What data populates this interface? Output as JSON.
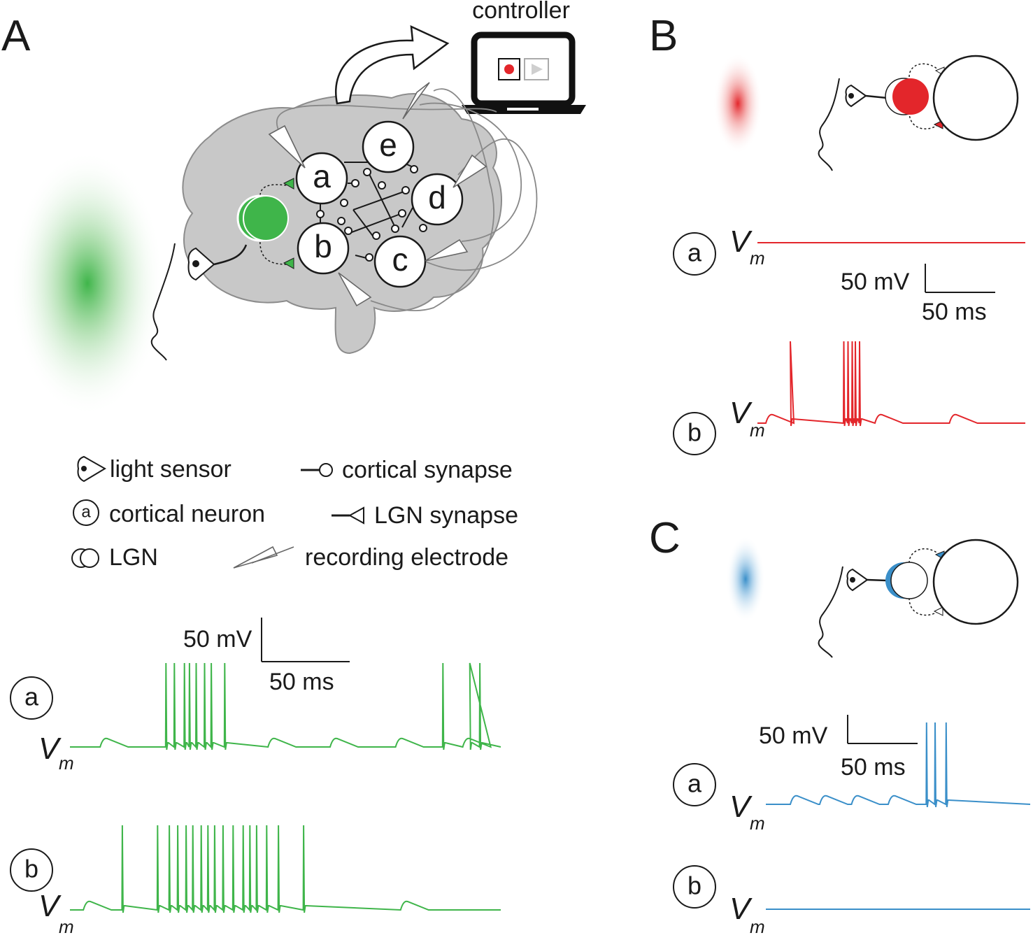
{
  "panels": {
    "a": "A",
    "b": "B",
    "c": "C"
  },
  "controller_label": "controller",
  "neurons": [
    "a",
    "b",
    "c",
    "d",
    "e"
  ],
  "legend": {
    "light_sensor": "light sensor",
    "cortical_synapse": "cortical synapse",
    "cortical_neuron_symbol": "a",
    "cortical_neuron": "cortical neuron",
    "lgn_synapse": "LGN synapse",
    "lgn": "LGN",
    "recording_electrode": "recording electrode"
  },
  "scale_bar": {
    "voltage": "50 mV",
    "time": "50 ms"
  },
  "trace_labels": {
    "a": "a",
    "b": "b",
    "vm": "V",
    "vm_sub": "m"
  },
  "colors": {
    "green": "#3fb54a",
    "red": "#e3262b",
    "blue": "#3a8fc9",
    "brain": "#c8c8c8",
    "brain_edge": "#8c8c8c"
  },
  "traces": {
    "A_a": {
      "color": "green",
      "spike_times_ms": [
        57,
        62,
        68,
        71,
        75,
        80,
        84,
        92,
        222,
        238,
        244
      ],
      "epsp_times_ms": [
        18,
        118,
        155,
        194,
        234
      ]
    },
    "A_b": {
      "color": "green",
      "spike_times_ms": [
        31,
        52,
        59,
        64,
        69,
        73,
        78,
        82,
        86,
        91,
        97,
        103,
        107,
        111,
        117,
        124,
        139
      ],
      "epsp_times_ms": [
        8,
        197
      ]
    },
    "B_a": {
      "color": "red",
      "spike_times_ms": [],
      "epsp_times_ms": []
    },
    "B_b": {
      "color": "red",
      "spike_times_ms": [
        31,
        82,
        86,
        90,
        93,
        97
      ],
      "epsp_times_ms": [
        8,
        112,
        183
      ]
    },
    "C_a": {
      "color": "blue",
      "spike_times_ms": [
        131,
        138,
        147
      ],
      "epsp_times_ms": [
        20,
        44,
        70,
        100
      ]
    },
    "C_b": {
      "color": "blue",
      "spike_times_ms": [],
      "epsp_times_ms": []
    }
  }
}
